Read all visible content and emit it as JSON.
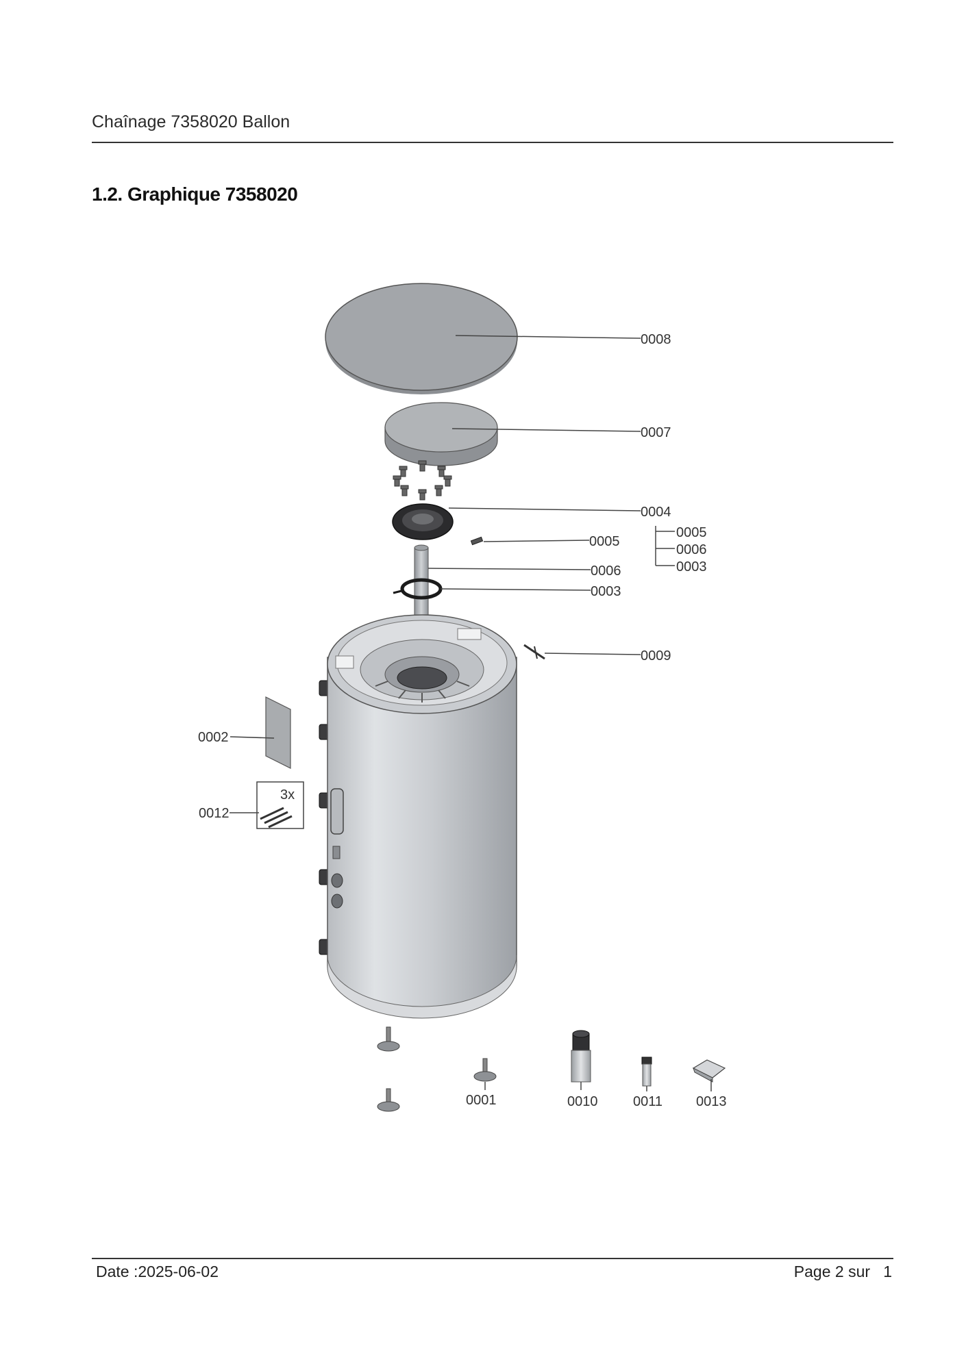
{
  "header": {
    "title": "Chaînage 7358020 Ballon"
  },
  "section": {
    "title": "1.2. Graphique 7358020"
  },
  "diagram": {
    "labels": {
      "p0008": "0008",
      "p0007": "0007",
      "p0004": "0004",
      "p0005": "0005",
      "p0006": "0006",
      "p0003": "0003",
      "p0009": "0009",
      "p0002": "0002",
      "p0012": "0012",
      "p0001": "0001",
      "p0010": "0010",
      "p0011": "0011",
      "p0013": "0013",
      "kit_0005": "0005",
      "kit_0006": "0006",
      "kit_0003": "0003",
      "qty_3x": "3x"
    }
  },
  "footer": {
    "date": "Date :2025-06-02",
    "page": "Page 2 sur   1"
  }
}
